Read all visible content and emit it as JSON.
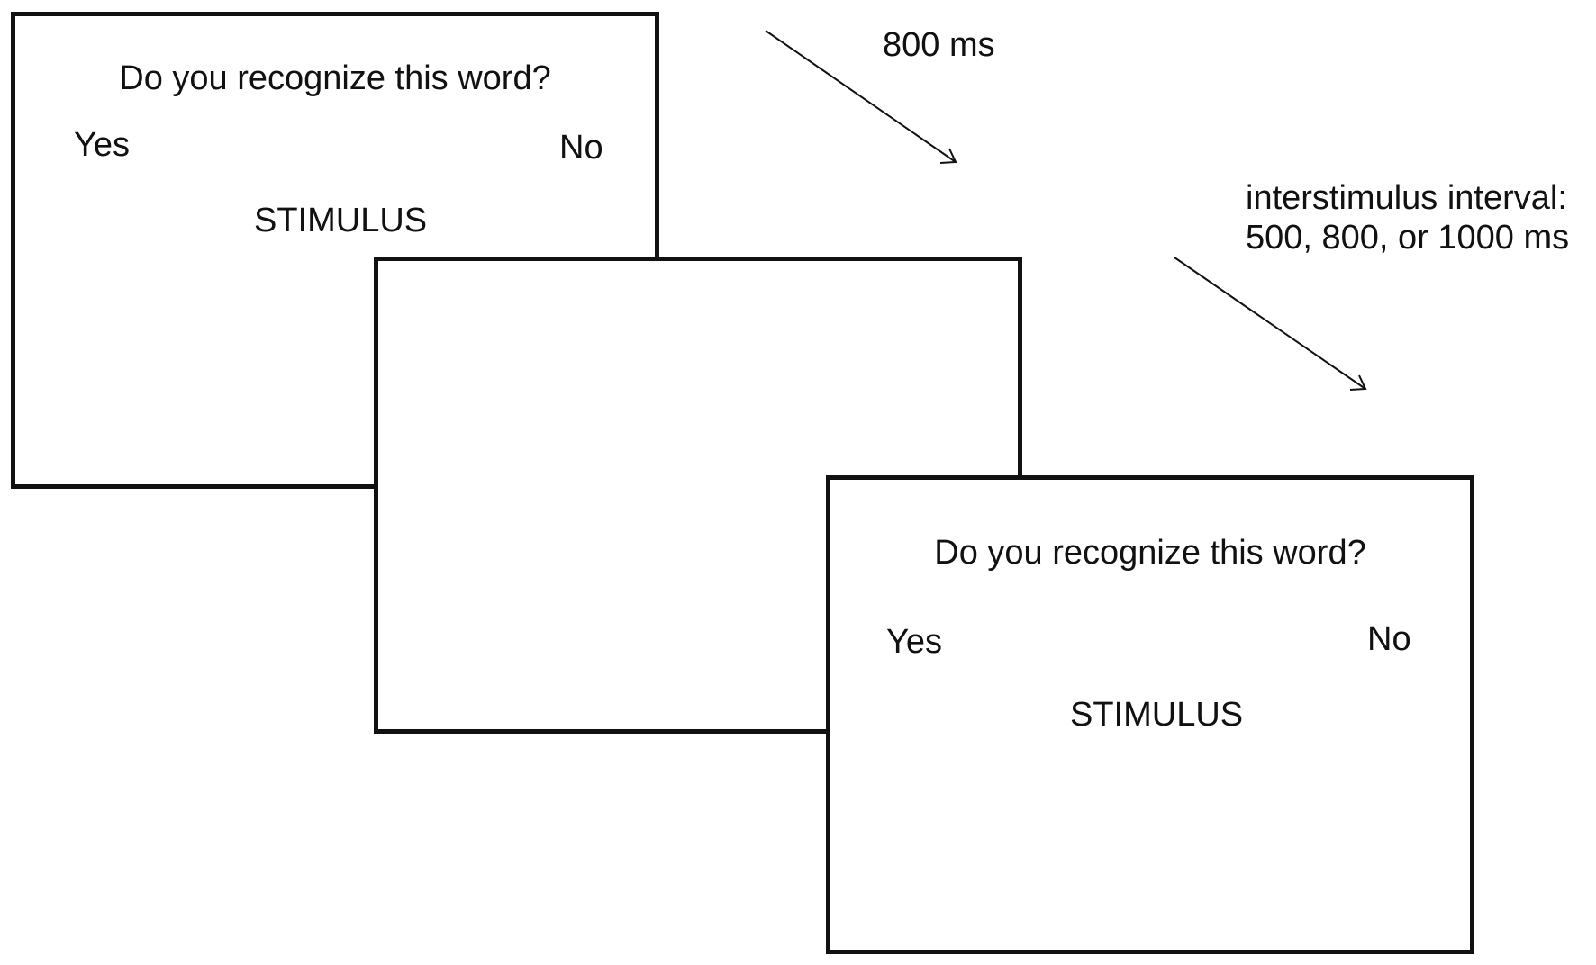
{
  "panels": [
    {
      "question": "Do you recognize this word?",
      "yes": "Yes",
      "no": "No",
      "stimulus": "STIMULUS"
    },
    {},
    {
      "question": "Do you recognize this word?",
      "yes": "Yes",
      "no": "No",
      "stimulus": "STIMULUS"
    }
  ],
  "labels": {
    "first_interval": "800 ms",
    "isi_line1": "interstimulus interval:",
    "isi_line2": "500, 800, or 1000 ms"
  }
}
